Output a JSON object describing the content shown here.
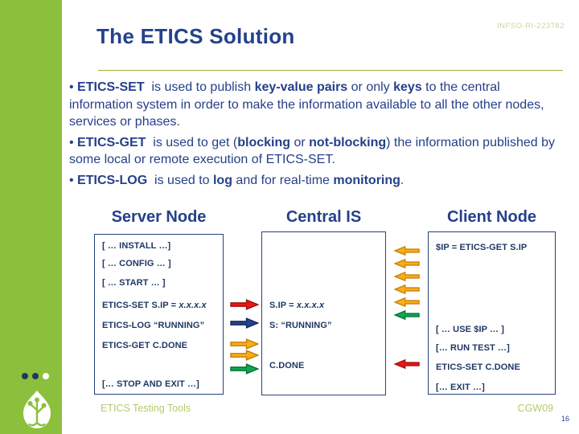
{
  "header": {
    "title": "The ETICS Solution",
    "project_code": "INFSO-RI-223782"
  },
  "bullets": [
    [
      {
        "t": "• "
      },
      {
        "t": "ETICS-SET",
        "b": true
      },
      {
        "t": "  is used to publish "
      },
      {
        "t": "key-value pairs",
        "b": true
      },
      {
        "t": " or only "
      },
      {
        "t": "keys",
        "b": true
      },
      {
        "t": " to the central information system in order to make the information available to all the other nodes, services or phases."
      }
    ],
    [
      {
        "t": "• "
      },
      {
        "t": "ETICS-GET",
        "b": true
      },
      {
        "t": "  is used to get ("
      },
      {
        "t": "blocking",
        "b": true
      },
      {
        "t": " or "
      },
      {
        "t": "not-blocking",
        "b": true
      },
      {
        "t": ") the information published by some local or remote execution of ETICS-SET."
      }
    ],
    [
      {
        "t": "• "
      },
      {
        "t": "ETICS-LOG",
        "b": true
      },
      {
        "t": "  is used to "
      },
      {
        "t": "log",
        "b": true
      },
      {
        "t": " and for real-time "
      },
      {
        "t": "monitoring",
        "b": true
      },
      {
        "t": "."
      }
    ]
  ],
  "diagram": {
    "server": {
      "header": "Server Node",
      "lines": [
        "[ … INSTALL …]",
        "[ … CONFIG … ]",
        "[ … START … ]",
        [
          {
            "t": "ETICS-SET S.IP = "
          },
          {
            "t": "x.x.x.x",
            "i": true
          }
        ],
        "ETICS-LOG “RUNNING”",
        "ETICS-GET C.DONE",
        "[… STOP AND EXIT …]"
      ]
    },
    "central": {
      "header": "Central IS",
      "lines": [
        [
          {
            "t": "S.IP = "
          },
          {
            "t": "x.x.x.x",
            "i": true
          }
        ],
        "S: “RUNNING”",
        "C.DONE"
      ]
    },
    "client": {
      "header": "Client Node",
      "lines": [
        "$IP = ETICS-GET S.IP",
        "[ … USE $IP … ]",
        "[… RUN TEST …]",
        "ETICS-SET C.DONE",
        "[… EXIT …]"
      ]
    },
    "arrows": {
      "server_to_central": [
        "red",
        "navy",
        "orange",
        "orange",
        "green"
      ],
      "client_to_central": [
        "orange",
        "orange",
        "orange",
        "orange",
        "orange",
        "green",
        "red"
      ]
    }
  },
  "footer": {
    "left": "ETICS Testing Tools",
    "right": "CGW09",
    "page": "16"
  },
  "colors": {
    "sidebar_green": "#8cc03c",
    "navy_text": "#253f8a",
    "navy_border": "#26437c",
    "pale_green_code": "#c9d99c",
    "footer_green": "#b2cb70",
    "rule_olive": "#a2af3e",
    "arrow_red": "#e8141e",
    "arrow_navy": "#24418c",
    "arrow_orange": "#fbad18",
    "arrow_green": "#12a551"
  }
}
